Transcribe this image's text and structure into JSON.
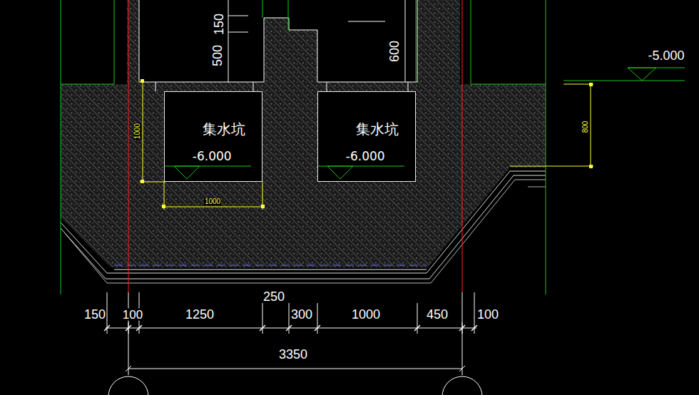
{
  "diagram": {
    "nodes": [
      {
        "text": [
          "集水坑",
          "-6.000"
        ]
      },
      {
        "text": [
          "集水坑",
          "-6.000"
        ]
      }
    ],
    "labels": [
      "150",
      "500",
      "600",
      "-5.000",
      "1000",
      "800",
      "1000",
      "250",
      "150",
      "100",
      "1250",
      "300",
      "1000",
      "450",
      "100",
      "3350"
    ]
  }
}
